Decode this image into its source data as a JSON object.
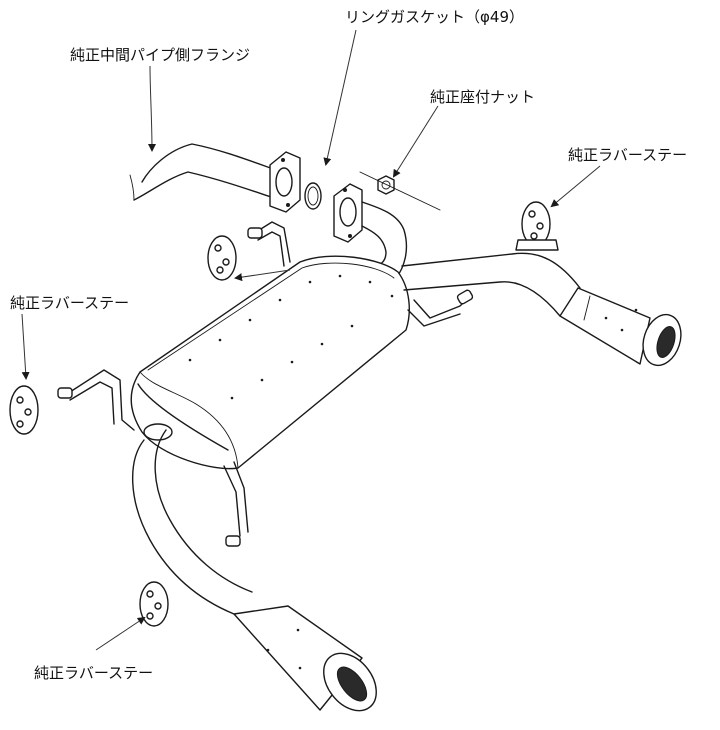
{
  "labels": {
    "ring_gasket": "リングガスケット（φ49）",
    "oem_mid_pipe_flange": "純正中間パイプ側フランジ",
    "oem_seat_nut": "純正座付ナット",
    "oem_rubber_stay_right": "純正ラバーステー",
    "oem_rubber_stay_left": "純正ラバーステー",
    "oem_rubber_stay_bottom": "純正ラバーステー"
  }
}
